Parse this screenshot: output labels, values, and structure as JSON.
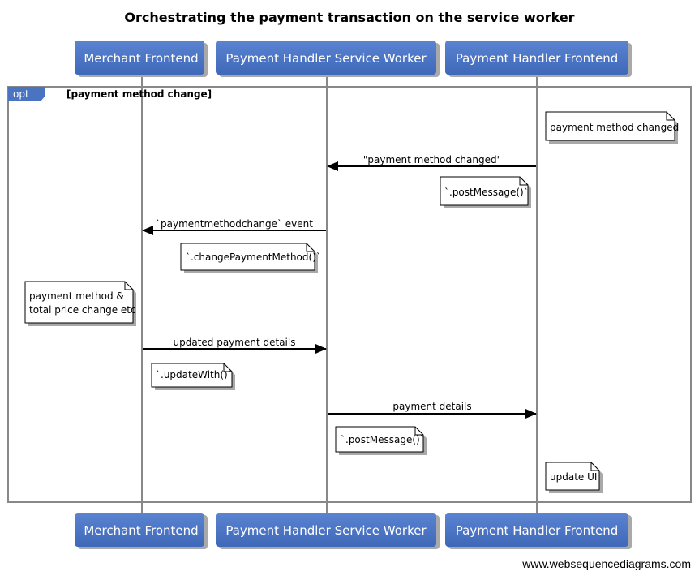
{
  "title": "Orchestrating the payment transaction on the service worker",
  "actors": [
    {
      "label": "Merchant Frontend"
    },
    {
      "label": "Payment Handler Service Worker"
    },
    {
      "label": "Payment Handler Frontend"
    }
  ],
  "frame": {
    "tag": "opt",
    "condition": "[payment method change]"
  },
  "messages": [
    {
      "label": "\"payment method changed\""
    },
    {
      "label": "`paymentmethodchange` event"
    },
    {
      "label": "updated payment details"
    },
    {
      "label": "payment details"
    }
  ],
  "notes": [
    {
      "lines": [
        "payment method changed"
      ]
    },
    {
      "lines": [
        "`.postMessage()`"
      ]
    },
    {
      "lines": [
        "`.changePaymentMethod()`"
      ]
    },
    {
      "lines": [
        "payment method &",
        "total price change etc"
      ]
    },
    {
      "lines": [
        "`.updateWith()`"
      ]
    },
    {
      "lines": [
        "`.postMessage()`"
      ]
    },
    {
      "lines": [
        "update UI"
      ]
    }
  ],
  "footer": "www.websequencediagrams.com",
  "colors": {
    "actor_fill": "#4a74c2",
    "actor_shadow": "#a9a9a9",
    "lifeline": "#888888",
    "frame_border": "#888888",
    "note_fill": "#ffffff",
    "arrow": "#000000"
  }
}
